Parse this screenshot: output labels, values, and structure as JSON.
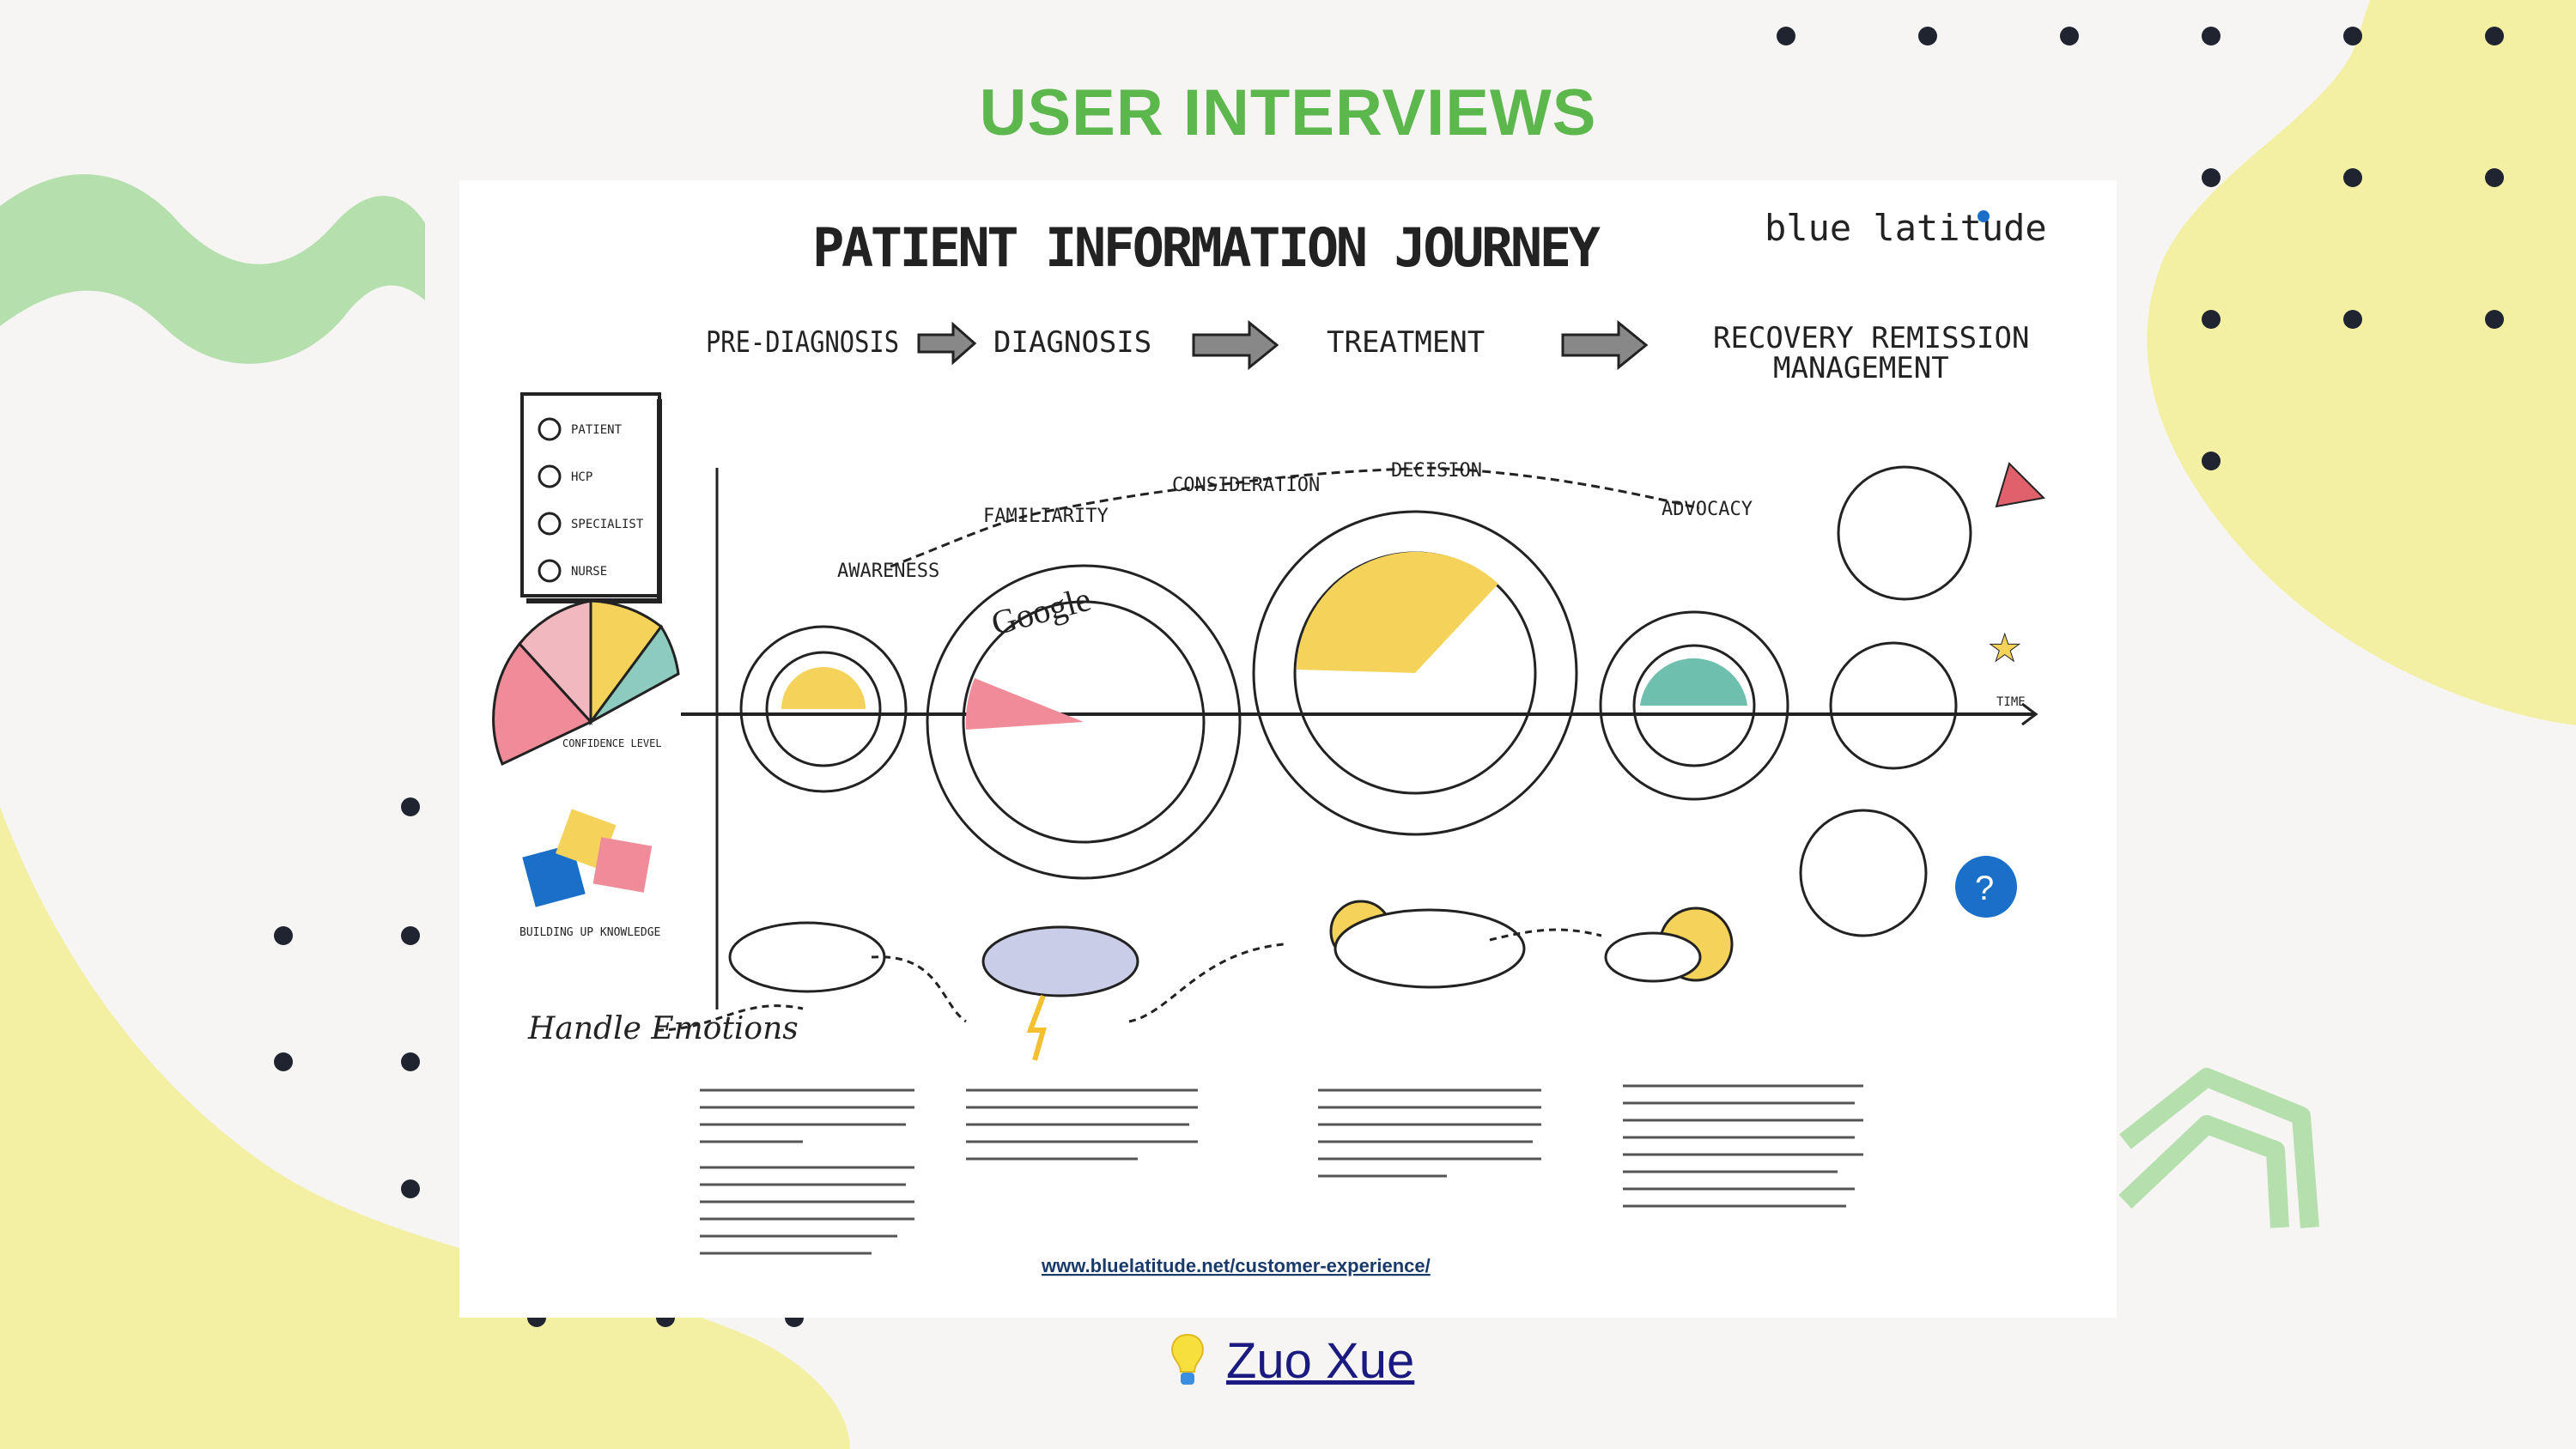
{
  "page": {
    "title": "USER INTERVIEWS"
  },
  "sketch": {
    "title": "PATIENT INFORMATION JOURNEY",
    "logo": "blue latitude",
    "stages": [
      "PRE-DIAGNOSIS",
      "DIAGNOSIS",
      "TREATMENT",
      "RECOVERY REMISSION",
      "MANAGEMENT"
    ],
    "legend": [
      "PATIENT",
      "HCP",
      "SPECIALIST",
      "NURSE"
    ],
    "journey": [
      "AWARENESS",
      "FAMILIARITY",
      "CONSIDERATION",
      "DECISION",
      "ADVOCACY"
    ],
    "search_label": "Google",
    "side_labels": {
      "confidence": "CONFIDENCE LEVEL",
      "knowledge": "BUILDING UP KNOWLEDGE",
      "emotions": "Handle Emotions"
    },
    "axis_time": "TIME",
    "url": "www.bluelatitude.net/customer-experience/"
  },
  "footer": {
    "link_label": "Zuo Xue",
    "icon": "lightbulb-icon"
  },
  "colors": {
    "title": "#5cb84c",
    "yellow_blob": "#f3f0a4",
    "green_wave": "#b6dfae",
    "link": "#1a1a80"
  }
}
